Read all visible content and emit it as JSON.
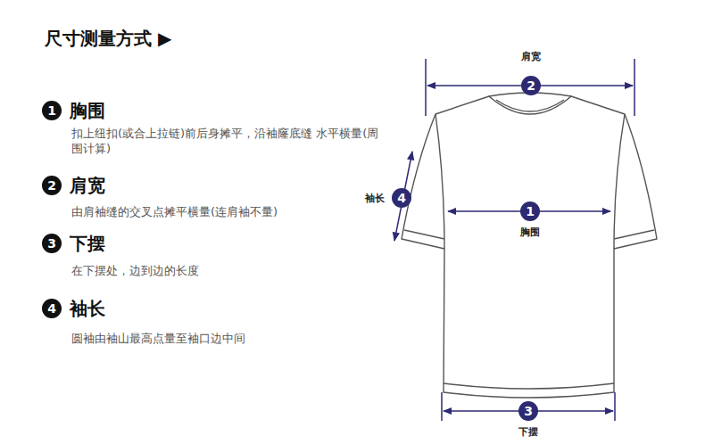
{
  "diagram": {
    "title": "尺寸测量方式 ▶",
    "nodes": [
      {
        "text": [
          "1"
        ]
      },
      {
        "text": [
          "2"
        ]
      },
      {
        "text": [
          "3"
        ]
      },
      {
        "text": [
          "4"
        ]
      },
      {
        "text": [
          "肩宽",
          "2"
        ]
      },
      {
        "text": [
          "袖长",
          "4"
        ]
      },
      {
        "text": [
          "1",
          "胸围"
        ]
      },
      {
        "text": [
          "3",
          "下摆"
        ]
      }
    ],
    "labels": [
      "胸围",
      "扣上纽扣(或合上拉链)前后身摊平，沿袖窿底缝 水平横量(周围计算)",
      "肩宽",
      "由肩袖缝的交叉点摊平横量(连肩袖不量)",
      "下摆",
      "在下摆处，边到边的长度",
      "袖长",
      "圆袖由袖山最高点量至袖口边中间"
    ]
  }
}
